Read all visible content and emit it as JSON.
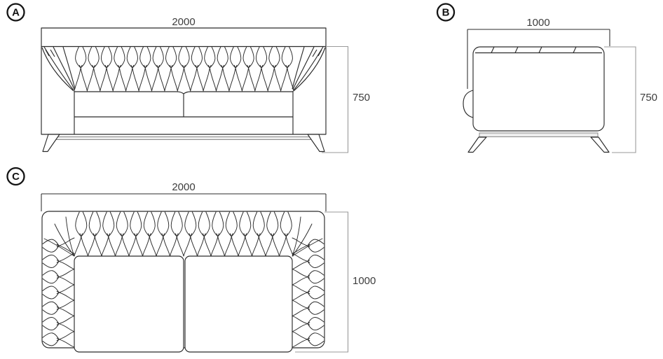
{
  "drawing": {
    "kind": "sofa-technical-drawing",
    "views": {
      "front": {
        "label": "A",
        "dim_width": "2000",
        "dim_height": "750"
      },
      "side": {
        "label": "B",
        "dim_width": "1000",
        "dim_height": "750"
      },
      "top": {
        "label": "C",
        "dim_width": "2000",
        "dim_depth": "1000"
      }
    }
  },
  "colors": {
    "outline": "#2b2b2b",
    "dimension_lines": "#9a9a9a",
    "text": "#3d3d3d",
    "background": "#ffffff",
    "plinth_band": "#ededed"
  }
}
